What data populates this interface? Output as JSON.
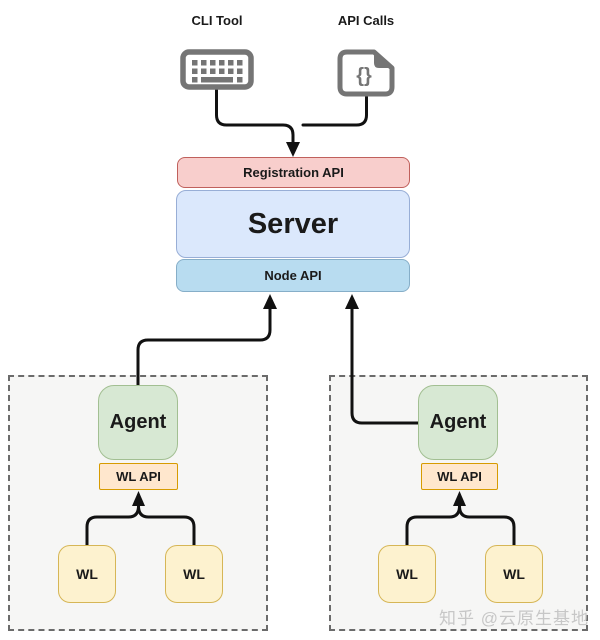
{
  "diagram": {
    "top_sources": [
      {
        "label": "CLI Tool",
        "icon": "keyboard-icon"
      },
      {
        "label": "API Calls",
        "icon": "code-file-icon",
        "glyph": "{}"
      }
    ],
    "server_stack": {
      "registration_api": "Registration API",
      "server": "Server",
      "node_api": "Node API"
    },
    "clusters": [
      {
        "agent": "Agent",
        "wl_api": "WL API",
        "workloads": [
          "WL",
          "WL"
        ]
      },
      {
        "agent": "Agent",
        "wl_api": "WL API",
        "workloads": [
          "WL",
          "WL"
        ]
      }
    ],
    "watermark": "知乎 @云原生基地",
    "colors": {
      "registration_fill": "#f8cecc",
      "registration_stroke": "#c0605c",
      "server_fill": "#dbe8fc",
      "server_stroke": "#98aed6",
      "node_fill": "#b8dcf0",
      "node_stroke": "#86aec8",
      "agent_fill": "#d7e8d3",
      "agent_stroke": "#a2bf92",
      "wl_api_fill": "#ffe7cd",
      "wl_api_stroke": "#d79b00",
      "wl_fill": "#fdf2cf",
      "wl_stroke": "#d6b656",
      "container_fill": "#f6f6f5",
      "container_stroke": "#6b6b6b",
      "connector": "#111111",
      "icon_gray": "#757575",
      "watermark_gray": "#c7c7c7"
    }
  }
}
